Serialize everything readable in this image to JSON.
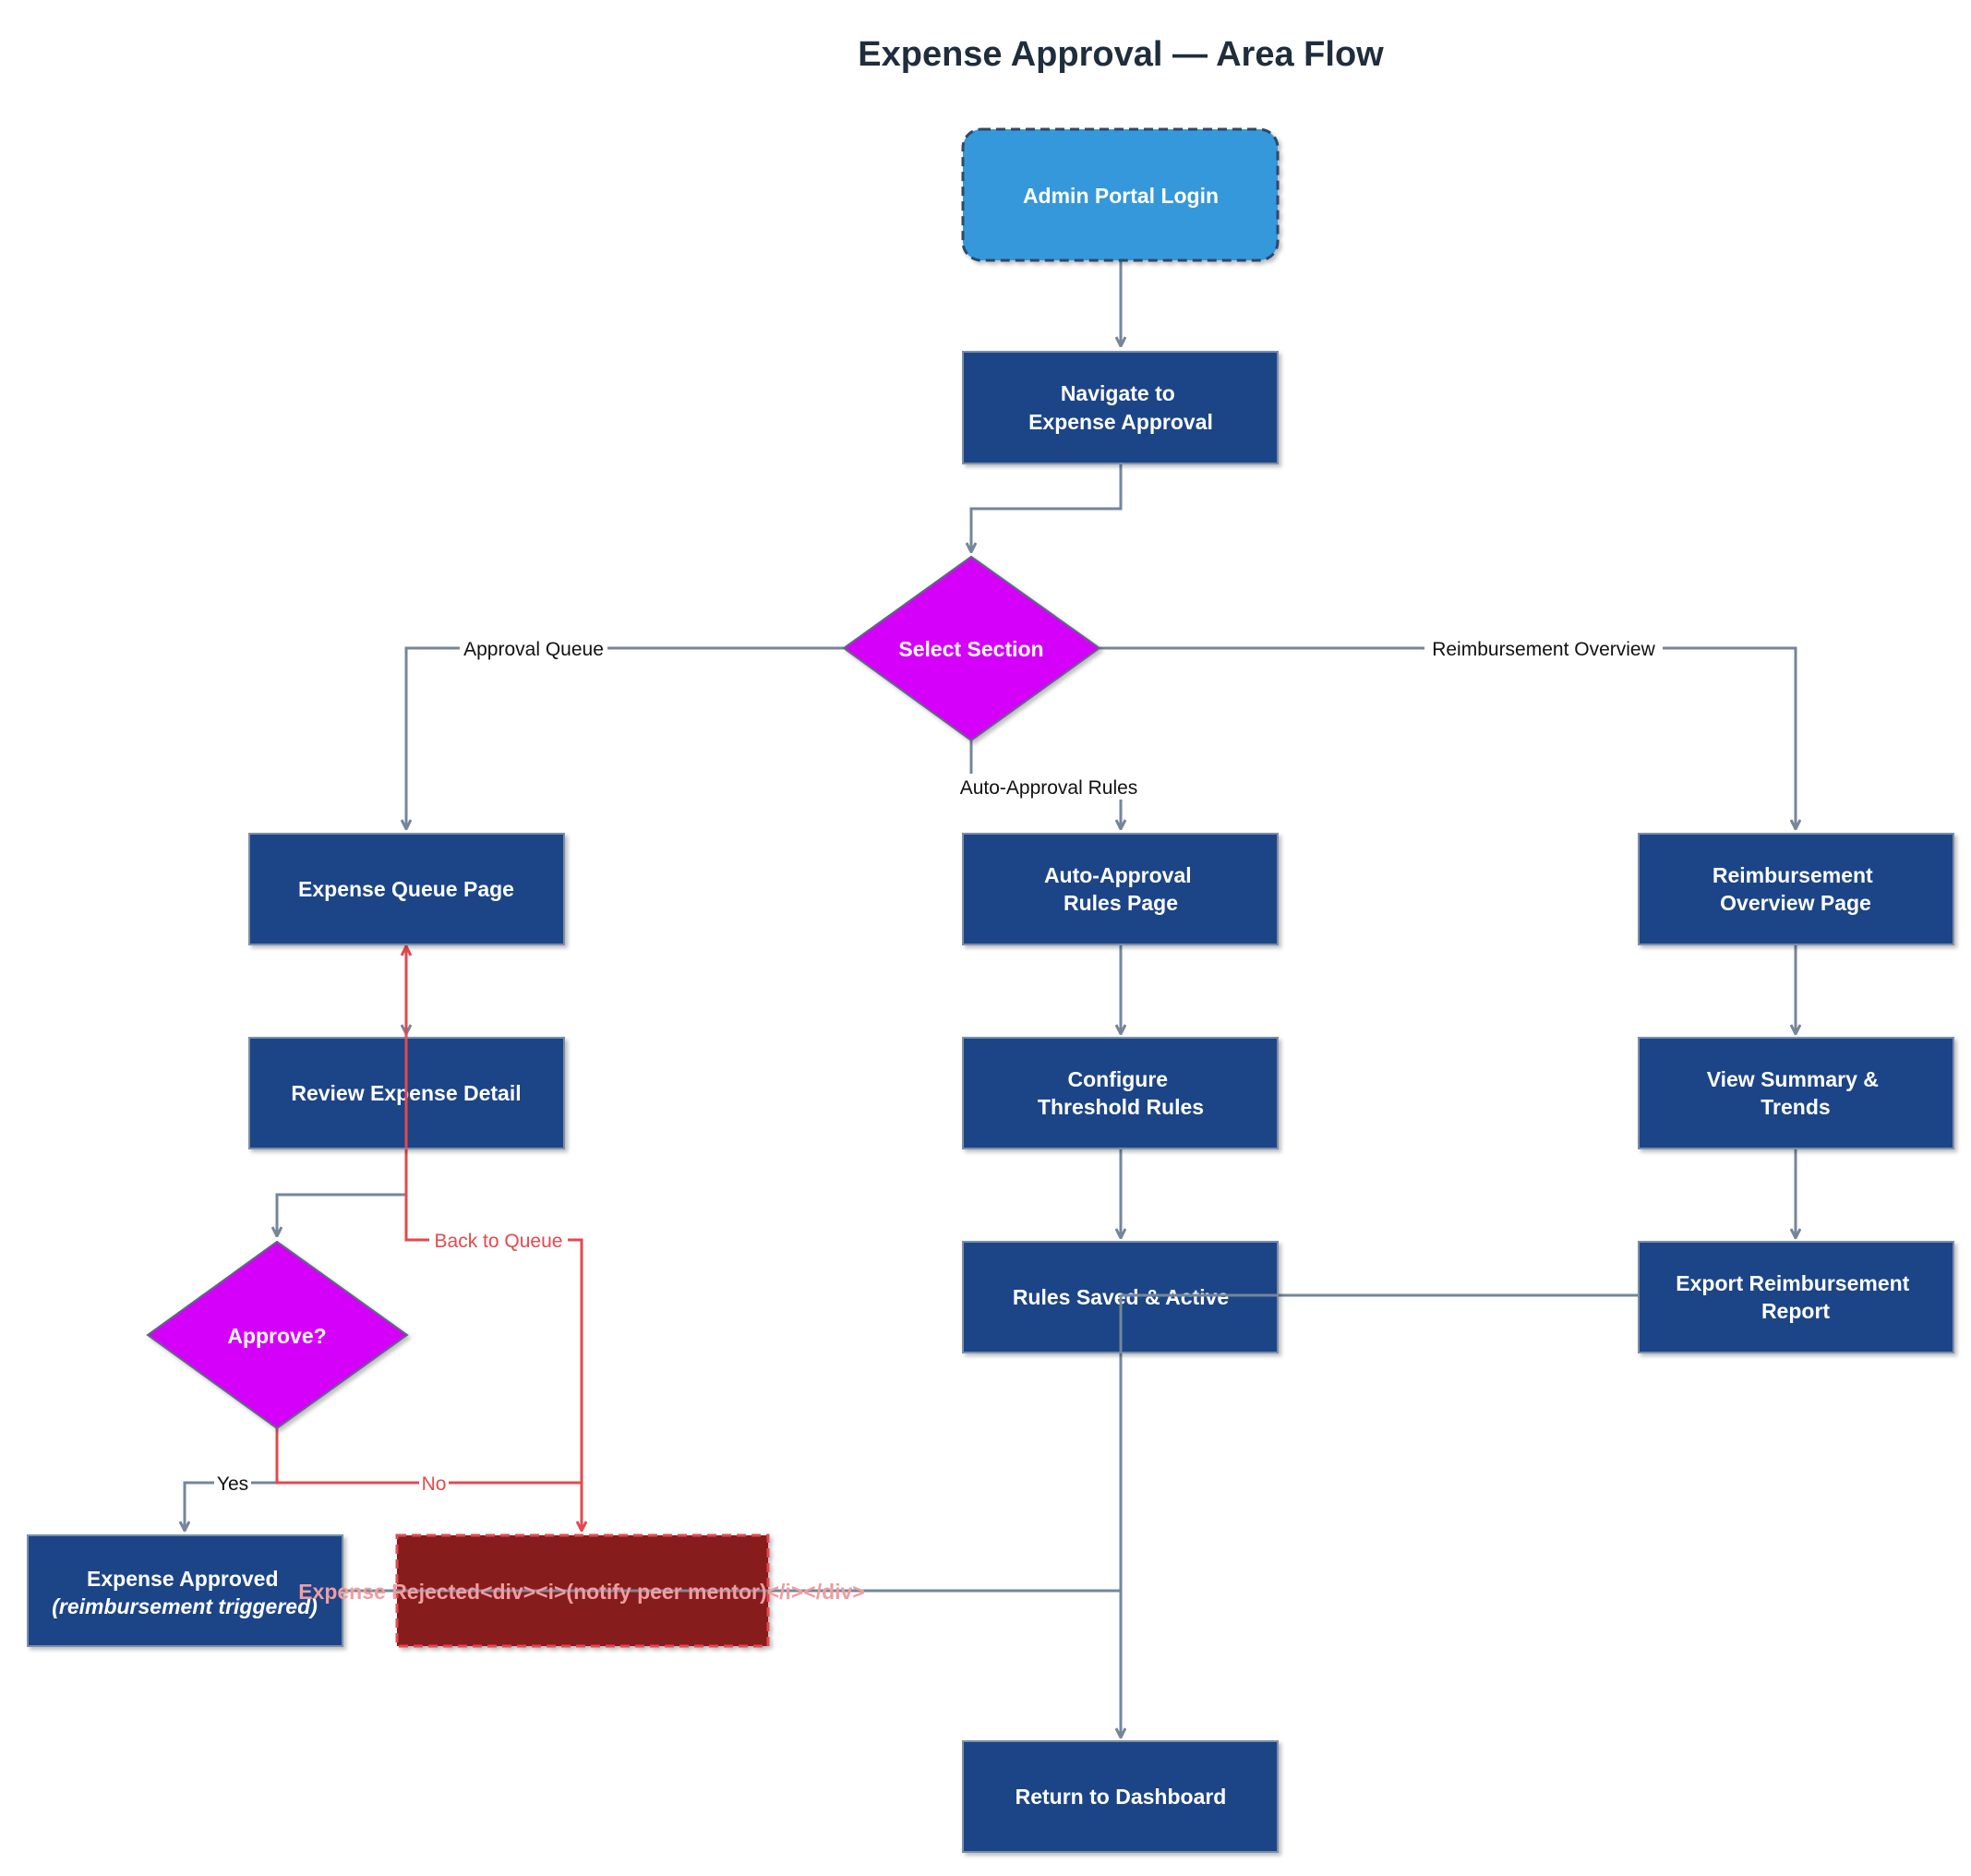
{
  "title": "Expense Approval — Area Flow",
  "colors": {
    "process": "#1c4587",
    "start": "#3598db",
    "decision": "#d500f9",
    "rejected": "#861d1d",
    "edge": "#75869a",
    "edge_reject": "#e5484d"
  },
  "nodes": {
    "start": {
      "lines": [
        "Admin Portal Login"
      ]
    },
    "navigate": {
      "lines": [
        "Navigate to",
        "Expense Approval"
      ]
    },
    "select_section": {
      "lines": [
        "Select Section"
      ]
    },
    "queue_page": {
      "lines": [
        "Expense Queue Page"
      ]
    },
    "review_detail": {
      "lines": [
        "Review Expense Detail"
      ]
    },
    "approve_decision": {
      "lines": [
        "Approve?"
      ]
    },
    "approved": {
      "lines": [
        "Expense Approved",
        "(reimbursement triggered)"
      ]
    },
    "rejected": {
      "lines": [
        "Expense Rejected<div><i>(notify peer mentor)</i></div>"
      ]
    },
    "rules_page": {
      "lines": [
        "Auto-Approval",
        "Rules Page"
      ]
    },
    "threshold_rules": {
      "lines": [
        "Configure",
        "Threshold Rules"
      ]
    },
    "rules_saved": {
      "lines": [
        "Rules Saved & Active"
      ]
    },
    "reimb_overview": {
      "lines": [
        "Reimbursement",
        "Overview Page"
      ]
    },
    "summary_trends": {
      "lines": [
        "View Summary &",
        "Trends"
      ]
    },
    "export_report": {
      "lines": [
        "Export Reimbursement",
        "Report"
      ]
    },
    "return_dashboard": {
      "lines": [
        "Return to Dashboard"
      ]
    }
  },
  "edge_labels": {
    "approval_queue": "Approval Queue",
    "reimbursement_overview": "Reimbursement Overview",
    "auto_approval_rules": "Auto-Approval Rules",
    "back_to_queue": "Back to Queue",
    "yes": "Yes",
    "no": "No"
  }
}
